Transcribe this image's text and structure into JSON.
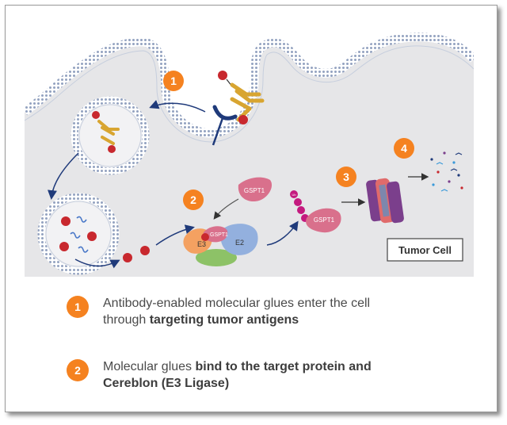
{
  "colors": {
    "accent_orange": "#f58220",
    "membrane_blue": "#a9b6cf",
    "cytoplasm": "#e8e8ea",
    "payload_red": "#c8282e",
    "antibody_gold": "#d8a531",
    "gspt1_pink": "#d9708c",
    "e2_blue": "#93b0de",
    "e3_orange": "#f4a161",
    "green": "#8dc267",
    "ub_magenta": "#c41a7f"
  },
  "diagram": {
    "steps": [
      "1",
      "2",
      "3",
      "4"
    ],
    "labels": {
      "gspt1_free": "GSPT1",
      "gspt1_complex": "GSPT1",
      "gspt1_tagged": "GSPT1",
      "e3": "E3",
      "e2": "E2",
      "ub": "Ub",
      "tumor_cell": "Tumor Cell"
    }
  },
  "legend": [
    {
      "number": "1",
      "line1_plain": "Antibody-enabled molecular glues enter the cell",
      "line2_plain": "through ",
      "line2_bold": "targeting tumor antigens"
    },
    {
      "number": "2",
      "line1_plain": "Molecular glues ",
      "line1_bold": "bind to the target protein and",
      "line2_bold": "Cereblon (E3 Ligase)"
    }
  ]
}
